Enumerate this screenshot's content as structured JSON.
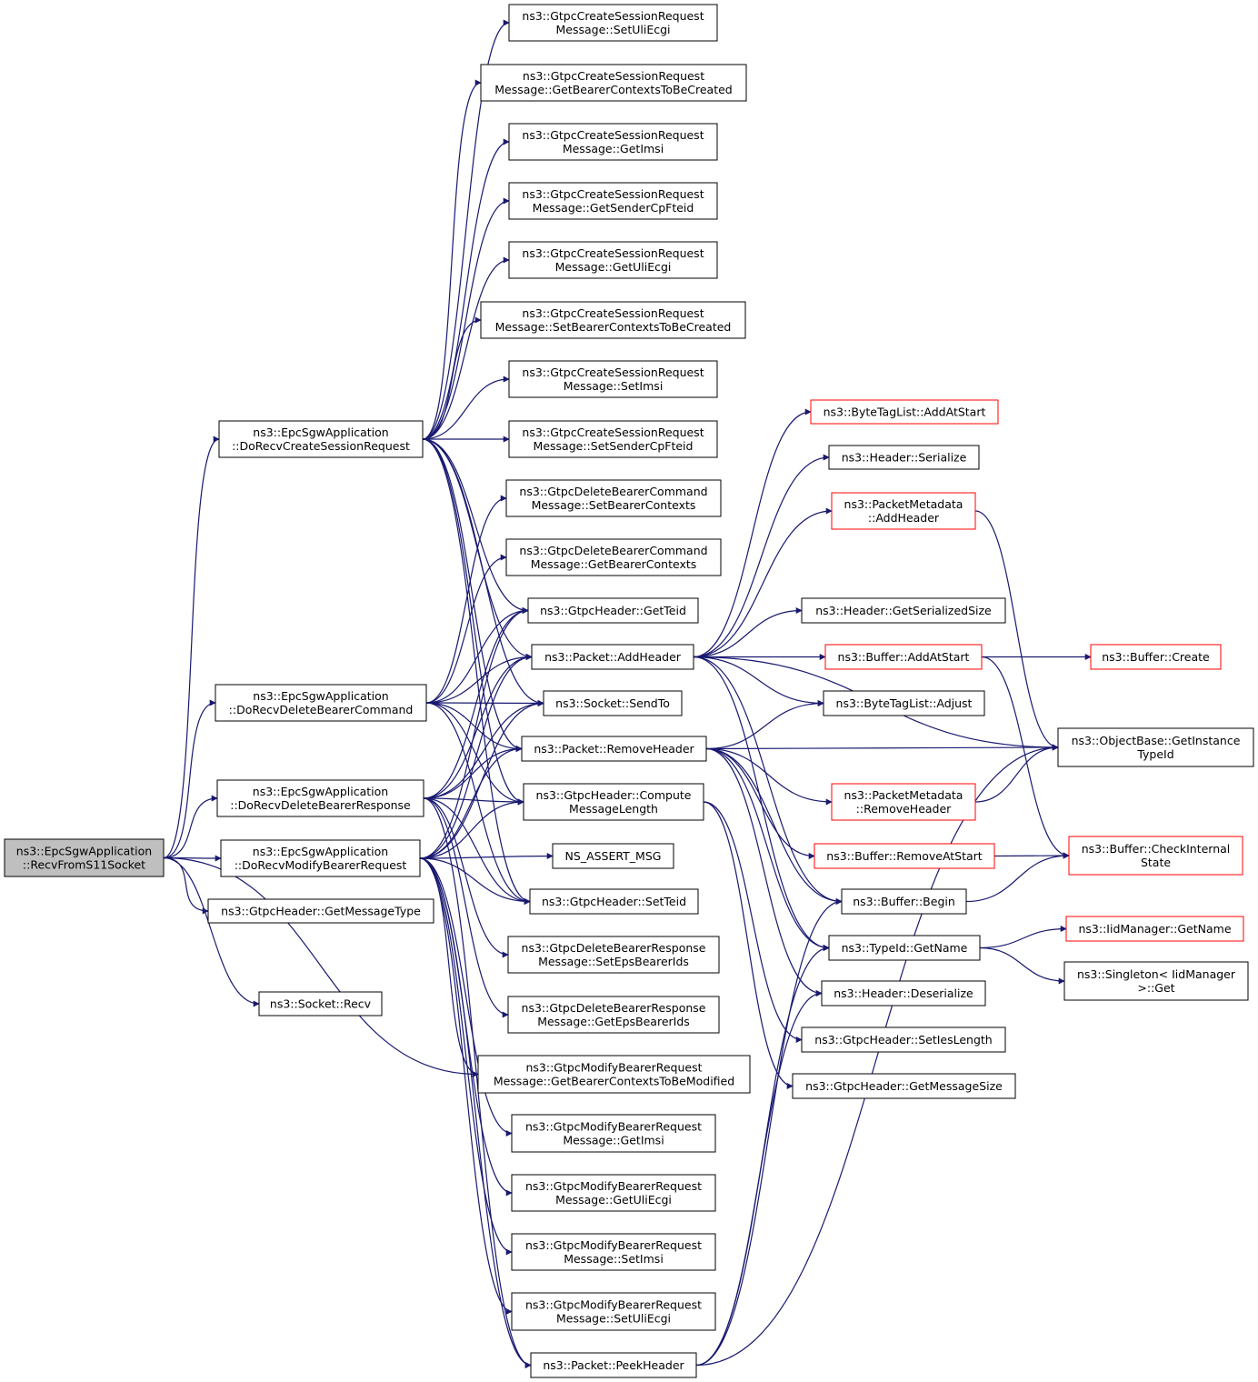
{
  "colors": {
    "edge": "#191970",
    "node_border": "#000000",
    "truncated_border": "#ff0000",
    "root_fill": "#bfbfbf",
    "node_fill": "#ffffff"
  },
  "nodes": [
    {
      "id": "root",
      "lines": [
        "ns3::EpcSgwApplication",
        "::RecvFromS11Socket"
      ],
      "kind": "root"
    },
    {
      "id": "create",
      "lines": [
        "ns3::EpcSgwApplication",
        "::DoRecvCreateSessionRequest"
      ]
    },
    {
      "id": "delcmd",
      "lines": [
        "ns3::EpcSgwApplication",
        "::DoRecvDeleteBearerCommand"
      ]
    },
    {
      "id": "delresp",
      "lines": [
        "ns3::EpcSgwApplication",
        "::DoRecvDeleteBearerResponse"
      ]
    },
    {
      "id": "modify",
      "lines": [
        "ns3::EpcSgwApplication",
        "::DoRecvModifyBearerRequest"
      ]
    },
    {
      "id": "getmsgtype",
      "lines": [
        "ns3::GtpcHeader::GetMessageType"
      ]
    },
    {
      "id": "sockrecv",
      "lines": [
        "ns3::Socket::Recv"
      ]
    },
    {
      "id": "c_setuliecgi",
      "lines": [
        "ns3::GtpcCreateSessionRequest",
        "Message::SetUliEcgi"
      ]
    },
    {
      "id": "c_getbearers",
      "lines": [
        "ns3::GtpcCreateSessionRequest",
        "Message::GetBearerContextsToBeCreated"
      ]
    },
    {
      "id": "c_getimsi",
      "lines": [
        "ns3::GtpcCreateSessionRequest",
        "Message::GetImsi"
      ]
    },
    {
      "id": "c_getsender",
      "lines": [
        "ns3::GtpcCreateSessionRequest",
        "Message::GetSenderCpFteid"
      ]
    },
    {
      "id": "c_getuliecgi",
      "lines": [
        "ns3::GtpcCreateSessionRequest",
        "Message::GetUliEcgi"
      ]
    },
    {
      "id": "c_setbearers",
      "lines": [
        "ns3::GtpcCreateSessionRequest",
        "Message::SetBearerContextsToBeCreated"
      ]
    },
    {
      "id": "c_setimsi",
      "lines": [
        "ns3::GtpcCreateSessionRequest",
        "Message::SetImsi"
      ]
    },
    {
      "id": "c_setsender",
      "lines": [
        "ns3::GtpcCreateSessionRequest",
        "Message::SetSenderCpFteid"
      ]
    },
    {
      "id": "dc_setbearer",
      "lines": [
        "ns3::GtpcDeleteBearerCommand",
        "Message::SetBearerContexts"
      ]
    },
    {
      "id": "dc_getbearer",
      "lines": [
        "ns3::GtpcDeleteBearerCommand",
        "Message::GetBearerContexts"
      ]
    },
    {
      "id": "getteid",
      "lines": [
        "ns3::GtpcHeader::GetTeid"
      ]
    },
    {
      "id": "addheader",
      "lines": [
        "ns3::Packet::AddHeader"
      ]
    },
    {
      "id": "sendto",
      "lines": [
        "ns3::Socket::SendTo"
      ]
    },
    {
      "id": "removeheader",
      "lines": [
        "ns3::Packet::RemoveHeader"
      ]
    },
    {
      "id": "computelen",
      "lines": [
        "ns3::GtpcHeader::Compute",
        "MessageLength"
      ]
    },
    {
      "id": "assert",
      "lines": [
        "NS_ASSERT_MSG"
      ]
    },
    {
      "id": "setteid",
      "lines": [
        "ns3::GtpcHeader::SetTeid"
      ]
    },
    {
      "id": "dr_setids",
      "lines": [
        "ns3::GtpcDeleteBearerResponse",
        "Message::SetEpsBearerIds"
      ]
    },
    {
      "id": "dr_getids",
      "lines": [
        "ns3::GtpcDeleteBearerResponse",
        "Message::GetEpsBearerIds"
      ]
    },
    {
      "id": "m_getbearers",
      "lines": [
        "ns3::GtpcModifyBearerRequest",
        "Message::GetBearerContextsToBeModified"
      ]
    },
    {
      "id": "m_getimsi",
      "lines": [
        "ns3::GtpcModifyBearerRequest",
        "Message::GetImsi"
      ]
    },
    {
      "id": "m_getuli",
      "lines": [
        "ns3::GtpcModifyBearerRequest",
        "Message::GetUliEcgi"
      ]
    },
    {
      "id": "m_setimsi",
      "lines": [
        "ns3::GtpcModifyBearerRequest",
        "Message::SetImsi"
      ]
    },
    {
      "id": "m_setuli",
      "lines": [
        "ns3::GtpcModifyBearerRequest",
        "Message::SetUliEcgi"
      ]
    },
    {
      "id": "peekheader",
      "lines": [
        "ns3::Packet::PeekHeader"
      ]
    },
    {
      "id": "btl_addatstart",
      "lines": [
        "ns3::ByteTagList::AddAtStart"
      ],
      "kind": "truncated"
    },
    {
      "id": "hdr_serialize",
      "lines": [
        "ns3::Header::Serialize"
      ]
    },
    {
      "id": "pm_addheader",
      "lines": [
        "ns3::PacketMetadata",
        "::AddHeader"
      ],
      "kind": "truncated"
    },
    {
      "id": "hdr_getsersize",
      "lines": [
        "ns3::Header::GetSerializedSize"
      ]
    },
    {
      "id": "buf_addatstart",
      "lines": [
        "ns3::Buffer::AddAtStart"
      ],
      "kind": "truncated"
    },
    {
      "id": "btl_adjust",
      "lines": [
        "ns3::ByteTagList::Adjust"
      ]
    },
    {
      "id": "pm_removeheader",
      "lines": [
        "ns3::PacketMetadata",
        "::RemoveHeader"
      ],
      "kind": "truncated"
    },
    {
      "id": "buf_removeatstart",
      "lines": [
        "ns3::Buffer::RemoveAtStart"
      ],
      "kind": "truncated"
    },
    {
      "id": "buf_begin",
      "lines": [
        "ns3::Buffer::Begin"
      ]
    },
    {
      "id": "typeid_getname",
      "lines": [
        "ns3::TypeId::GetName"
      ]
    },
    {
      "id": "hdr_deserialize",
      "lines": [
        "ns3::Header::Deserialize"
      ]
    },
    {
      "id": "gh_setieslen",
      "lines": [
        "ns3::GtpcHeader::SetIesLength"
      ]
    },
    {
      "id": "gh_getmsgsize",
      "lines": [
        "ns3::GtpcHeader::GetMessageSize"
      ]
    },
    {
      "id": "buf_create",
      "lines": [
        "ns3::Buffer::Create"
      ],
      "kind": "truncated"
    },
    {
      "id": "ob_getinstance",
      "lines": [
        "ns3::ObjectBase::GetInstance",
        "TypeId"
      ]
    },
    {
      "id": "buf_checkinternal",
      "lines": [
        "ns3::Buffer::CheckInternal",
        "State"
      ],
      "kind": "truncated"
    },
    {
      "id": "iid_getname",
      "lines": [
        "ns3::IidManager::GetName"
      ],
      "kind": "truncated"
    },
    {
      "id": "singleton_get",
      "lines": [
        "ns3::Singleton< IidManager",
        ">::Get"
      ]
    }
  ],
  "edges": [
    [
      "root",
      "create"
    ],
    [
      "root",
      "delcmd"
    ],
    [
      "root",
      "delresp"
    ],
    [
      "root",
      "modify"
    ],
    [
      "root",
      "getmsgtype"
    ],
    [
      "root",
      "sockrecv"
    ],
    [
      "root",
      "m_getbearers"
    ],
    [
      "create",
      "c_setuliecgi"
    ],
    [
      "create",
      "c_getbearers"
    ],
    [
      "create",
      "c_getimsi"
    ],
    [
      "create",
      "c_getsender"
    ],
    [
      "create",
      "c_getuliecgi"
    ],
    [
      "create",
      "c_setbearers"
    ],
    [
      "create",
      "c_setimsi"
    ],
    [
      "create",
      "c_setsender"
    ],
    [
      "create",
      "addheader"
    ],
    [
      "create",
      "sendto"
    ],
    [
      "create",
      "removeheader"
    ],
    [
      "create",
      "computelen"
    ],
    [
      "create",
      "setteid"
    ],
    [
      "create",
      "getteid"
    ],
    [
      "delcmd",
      "dc_setbearer"
    ],
    [
      "delcmd",
      "dc_getbearer"
    ],
    [
      "delcmd",
      "addheader"
    ],
    [
      "delcmd",
      "sendto"
    ],
    [
      "delcmd",
      "removeheader"
    ],
    [
      "delcmd",
      "computelen"
    ],
    [
      "delcmd",
      "setteid"
    ],
    [
      "delcmd",
      "getteid"
    ],
    [
      "delresp",
      "dr_setids"
    ],
    [
      "delresp",
      "dr_getids"
    ],
    [
      "delresp",
      "addheader"
    ],
    [
      "delresp",
      "sendto"
    ],
    [
      "delresp",
      "removeheader"
    ],
    [
      "delresp",
      "computelen"
    ],
    [
      "delresp",
      "setteid"
    ],
    [
      "delresp",
      "getteid"
    ],
    [
      "delresp",
      "peekheader"
    ],
    [
      "modify",
      "m_getbearers"
    ],
    [
      "modify",
      "m_getimsi"
    ],
    [
      "modify",
      "m_getuli"
    ],
    [
      "modify",
      "m_setimsi"
    ],
    [
      "modify",
      "m_setuli"
    ],
    [
      "modify",
      "addheader"
    ],
    [
      "modify",
      "sendto"
    ],
    [
      "modify",
      "removeheader"
    ],
    [
      "modify",
      "computelen"
    ],
    [
      "modify",
      "assert"
    ],
    [
      "modify",
      "setteid"
    ],
    [
      "modify",
      "getteid"
    ],
    [
      "modify",
      "peekheader"
    ],
    [
      "addheader",
      "btl_addatstart"
    ],
    [
      "addheader",
      "hdr_serialize"
    ],
    [
      "addheader",
      "pm_addheader"
    ],
    [
      "addheader",
      "hdr_getsersize"
    ],
    [
      "addheader",
      "buf_addatstart"
    ],
    [
      "addheader",
      "btl_adjust"
    ],
    [
      "addheader",
      "ob_getinstance"
    ],
    [
      "addheader",
      "buf_begin"
    ],
    [
      "addheader",
      "typeid_getname"
    ],
    [
      "removeheader",
      "btl_adjust"
    ],
    [
      "removeheader",
      "ob_getinstance"
    ],
    [
      "removeheader",
      "pm_removeheader"
    ],
    [
      "removeheader",
      "buf_removeatstart"
    ],
    [
      "removeheader",
      "buf_begin"
    ],
    [
      "removeheader",
      "typeid_getname"
    ],
    [
      "removeheader",
      "hdr_deserialize"
    ],
    [
      "computelen",
      "gh_setieslen"
    ],
    [
      "computelen",
      "gh_getmsgsize"
    ],
    [
      "peekheader",
      "buf_begin"
    ],
    [
      "peekheader",
      "typeid_getname"
    ],
    [
      "peekheader",
      "hdr_deserialize"
    ],
    [
      "peekheader",
      "ob_getinstance"
    ],
    [
      "buf_addatstart",
      "buf_create"
    ],
    [
      "buf_addatstart",
      "buf_checkinternal"
    ],
    [
      "pm_addheader",
      "ob_getinstance"
    ],
    [
      "pm_removeheader",
      "ob_getinstance"
    ],
    [
      "buf_removeatstart",
      "buf_checkinternal"
    ],
    [
      "buf_begin",
      "buf_checkinternal"
    ],
    [
      "typeid_getname",
      "iid_getname"
    ],
    [
      "typeid_getname",
      "singleton_get"
    ]
  ]
}
